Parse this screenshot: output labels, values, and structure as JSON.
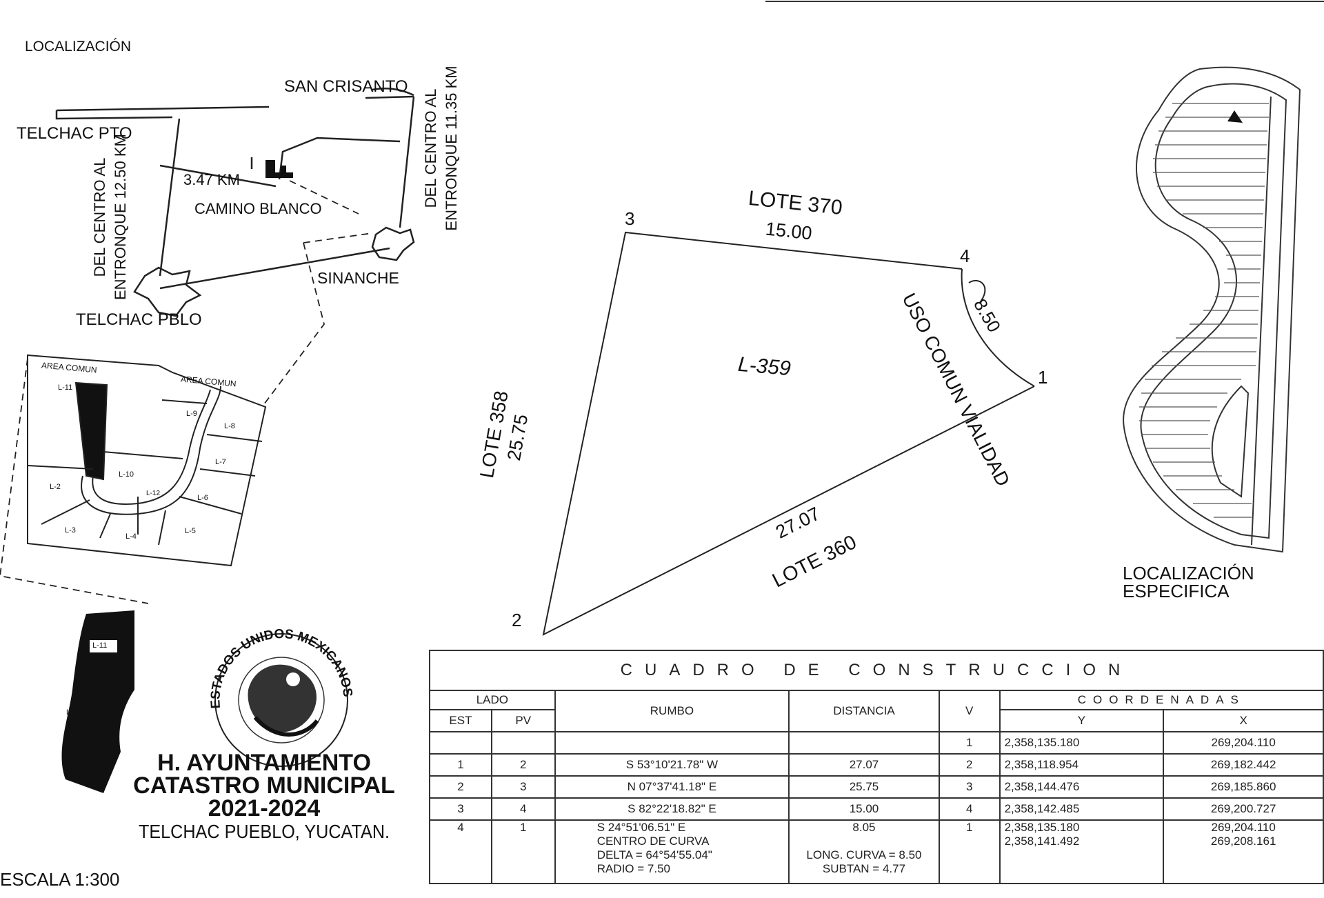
{
  "localizacion": "LOCALIZACIÓN",
  "map_labels": {
    "san_crisanto": "SAN CRISANTO",
    "telchac_pto": "TELCHAC PTO",
    "km_347": "3.47 KM",
    "camino_blanco": "CAMINO BLANCO",
    "sinanche": "SINANCHE",
    "telchac_pblo": "TELCHAC PBLO",
    "del_centro_1": "DEL CENTRO AL",
    "entronque_1": "ENTRONQUE 12.50 KM",
    "del_centro_2": "DEL CENTRO AL",
    "entronque_2": "ENTRONQUE 11.35 KM"
  },
  "inset_labels": {
    "area_comun_1": "AREA COMUN",
    "area_comun_2": "AREA COMUN",
    "lots": [
      "L-11",
      "L-9",
      "L-8",
      "L-7",
      "L-10",
      "L-2",
      "L-12",
      "L-6",
      "L-3",
      "L-4",
      "L-5"
    ],
    "strip_1": "L-11",
    "strip_2": "L-11A"
  },
  "lot_plan": {
    "lote_370": "LOTE 370",
    "dist_top": "15.00",
    "uso_comun": "USO COMUN VIALIDAD",
    "dist_curve": "8.50",
    "lote_358": "LOTE 358",
    "dist_left": "25.75",
    "lot_id": "L-359",
    "dist_bottom": "27.07",
    "lote_360": "LOTE 360",
    "v1": "1",
    "v2": "2",
    "v3": "3",
    "v4": "4"
  },
  "localizacion_especifica": [
    "LOCALIZACIÓN",
    "ESPECIFICA"
  ],
  "seal_text": "ESTADOS UNIDOS MEXICANOS",
  "authority": {
    "line1": "H. AYUNTAMIENTO",
    "line2": "CATASTRO MUNICIPAL",
    "line3": "2021-2024",
    "line4": "TELCHAC PUEBLO, YUCATAN."
  },
  "escala": "ESCALA 1:300",
  "cuadro": {
    "title": "CUADRO DE CONSTRUCCION",
    "lado": "LADO",
    "est": "EST",
    "pv": "PV",
    "rumbo": "RUMBO",
    "distancia": "DISTANCIA",
    "v": "V",
    "coordenadas": "COORDENADAS",
    "y": "Y",
    "x": "X",
    "rows": [
      {
        "est": "",
        "pv": "",
        "rumbo": "",
        "dist": "",
        "v": "1",
        "y": "2,358,135.180",
        "x": "269,204.110"
      },
      {
        "est": "1",
        "pv": "2",
        "rumbo": "S 53°10'21.78\" W",
        "dist": "27.07",
        "v": "2",
        "y": "2,358,118.954",
        "x": "269,182.442"
      },
      {
        "est": "2",
        "pv": "3",
        "rumbo": "N 07°37'41.18\" E",
        "dist": "25.75",
        "v": "3",
        "y": "2,358,144.476",
        "x": "269,185.860"
      },
      {
        "est": "3",
        "pv": "4",
        "rumbo": "S 82°22'18.82\" E",
        "dist": "15.00",
        "v": "4",
        "y": "2,358,142.485",
        "x": "269,200.727"
      },
      {
        "est": "4",
        "pv": "1",
        "rumbo": "S 24°51'06.51\" E",
        "dist": "8.05",
        "v": "1",
        "y": "2,358,135.180",
        "x": "269,204.110"
      }
    ],
    "curve": {
      "centro": "CENTRO DE CURVA",
      "centro_y": "2,358,141.492",
      "centro_x": "269,208.161",
      "delta": "DELTA = 64°54'55.04\"",
      "radio": "RADIO = 7.50",
      "long_curva": "LONG. CURVA = 8.50",
      "subtan": "SUBTAN = 4.77"
    }
  }
}
